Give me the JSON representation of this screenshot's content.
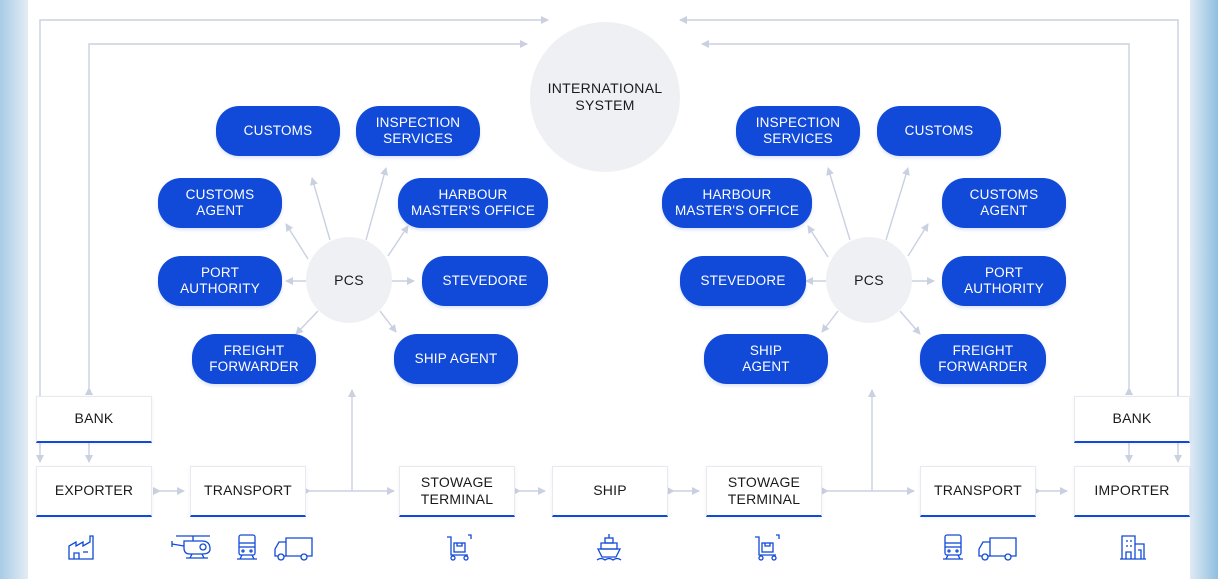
{
  "center": {
    "label": "INTERNATIONAL\nSYSTEM"
  },
  "left_hub": {
    "center_label": "PCS",
    "nodes": {
      "customs": "CUSTOMS",
      "inspection_services": "INSPECTION\nSERVICES",
      "customs_agent": "CUSTOMS\nAGENT",
      "harbour_master": "HARBOUR\nMASTER'S OFFICE",
      "port_authority": "PORT\nAUTHORITY",
      "stevedore": "STEVEDORE",
      "freight_forwarder": "FREIGHT\nFORWARDER",
      "ship_agent": "SHIP AGENT"
    }
  },
  "right_hub": {
    "center_label": "PCS",
    "nodes": {
      "inspection_services": "INSPECTION\nSERVICES",
      "customs": "CUSTOMS",
      "harbour_master": "HARBOUR\nMASTER'S OFFICE",
      "customs_agent": "CUSTOMS\nAGENT",
      "stevedore": "STEVEDORE",
      "port_authority": "PORT\nAUTHORITY",
      "ship_agent": "SHIP\nAGENT",
      "freight_forwarder": "FREIGHT\nFORWARDER"
    }
  },
  "chain": {
    "bank_left": "BANK",
    "exporter": "EXPORTER",
    "transport_left": "TRANSPORT",
    "stowage_left": "STOWAGE\nTERMINAL",
    "ship": "SHIP",
    "stowage_right": "STOWAGE\nTERMINAL",
    "transport_right": "TRANSPORT",
    "importer": "IMPORTER",
    "bank_right": "BANK"
  },
  "colors": {
    "accent": "#1149d8",
    "line": "#c9d0e0",
    "circle": "#eef0f4"
  },
  "icons": [
    "factory-icon",
    "helicopter-icon",
    "train-icon",
    "truck-icon",
    "trolley-icon",
    "ship-icon",
    "trolley-icon",
    "train-icon",
    "truck-icon",
    "building-icon"
  ]
}
